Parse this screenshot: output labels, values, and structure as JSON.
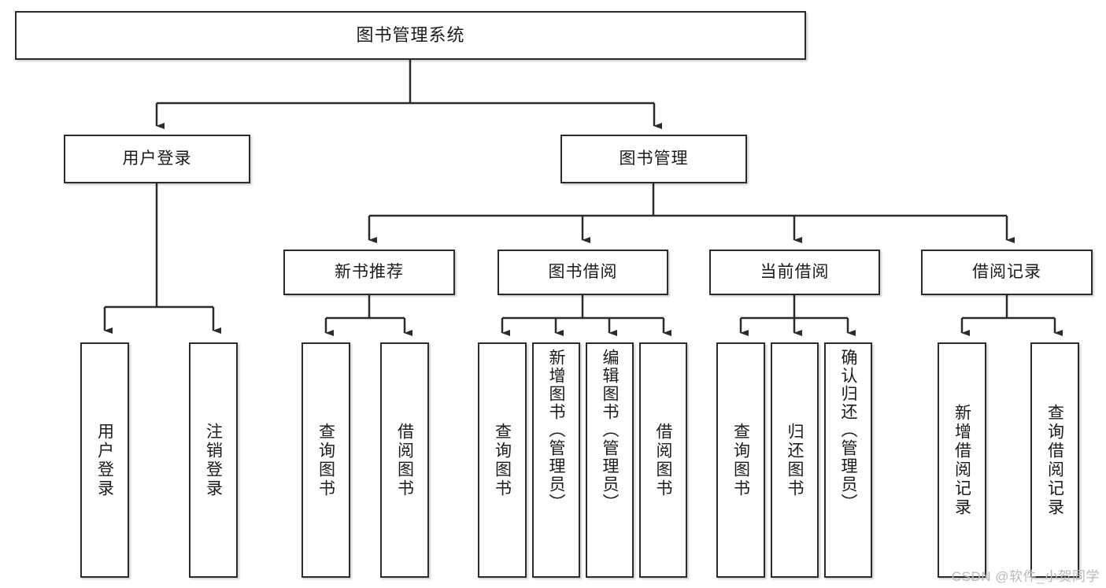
{
  "diagram": {
    "title_node": {
      "label": "图书管理系统"
    },
    "level2": [
      {
        "id": "user-login",
        "label": "用户登录"
      },
      {
        "id": "book-management",
        "label": "图书管理"
      }
    ],
    "level3": [
      {
        "id": "new-book-recommend",
        "label": "新书推荐"
      },
      {
        "id": "book-borrow",
        "label": "图书借阅"
      },
      {
        "id": "current-borrow",
        "label": "当前借阅"
      },
      {
        "id": "borrow-record",
        "label": "借阅记录"
      }
    ],
    "leaves": {
      "user_login": [
        {
          "id": "leaf-user-login",
          "label": "用户登录"
        },
        {
          "id": "leaf-user-logout",
          "label": "注销登录"
        }
      ],
      "new_book_recommend": [
        {
          "id": "leaf-query-book-1",
          "label": "查询图书"
        },
        {
          "id": "leaf-borrow-book-1",
          "label": "借阅图书"
        }
      ],
      "book_borrow": [
        {
          "id": "leaf-query-book-2",
          "label": "查询图书"
        },
        {
          "id": "leaf-add-book",
          "label": "新增图书（管理员）"
        },
        {
          "id": "leaf-edit-book",
          "label": "编辑图书（管理员）"
        },
        {
          "id": "leaf-borrow-book-2",
          "label": "借阅图书"
        }
      ],
      "current_borrow": [
        {
          "id": "leaf-query-book-3",
          "label": "查询图书"
        },
        {
          "id": "leaf-return-book",
          "label": "归还图书"
        },
        {
          "id": "leaf-confirm-return",
          "label": "确认归还（管理员）"
        }
      ],
      "borrow_record": [
        {
          "id": "leaf-add-record",
          "label": "新增借阅记录"
        },
        {
          "id": "leaf-query-record",
          "label": "查询借阅记录"
        }
      ]
    }
  },
  "watermark": {
    "text": "CSDN @软件_小贺同学"
  },
  "colors": {
    "stroke": "#2b2b2b",
    "fill": "#ffffff",
    "text": "#1b1b1b",
    "watermark": "#b9b9b9"
  }
}
